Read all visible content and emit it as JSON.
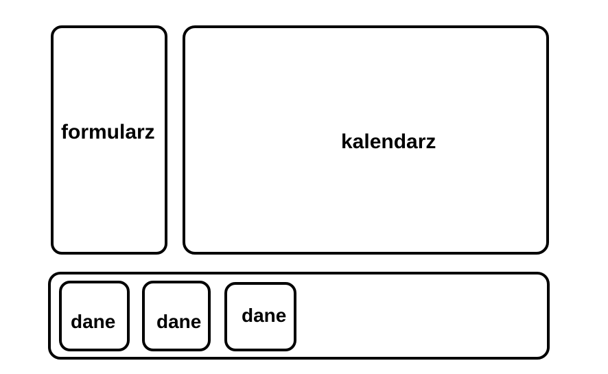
{
  "form": {
    "label": "formularz"
  },
  "calendar": {
    "label": "kalendarz"
  },
  "data_cards": [
    {
      "label": "dane"
    },
    {
      "label": "dane"
    },
    {
      "label": "dane"
    }
  ],
  "colors": {
    "stroke": "#000000",
    "background": "#ffffff"
  }
}
